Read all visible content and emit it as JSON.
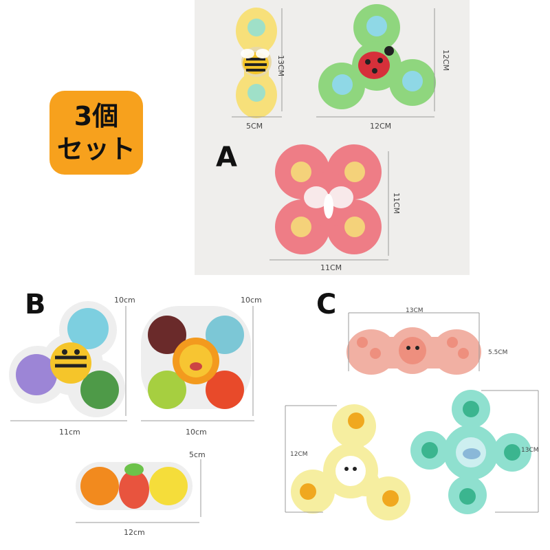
{
  "badge": {
    "line1": "3個",
    "line2": "セット"
  },
  "sections": {
    "a": {
      "letter": "A",
      "items": [
        {
          "name": "bee-spinner",
          "width": "5CM",
          "height": "13CM"
        },
        {
          "name": "ladybug-spinner",
          "width": "12CM",
          "height": "12CM"
        },
        {
          "name": "butterfly-spinner",
          "width": "11CM",
          "height": "11CM"
        }
      ]
    },
    "b": {
      "letter": "B",
      "items": [
        {
          "name": "bee-spinner",
          "width": "11cm",
          "height": "10cm"
        },
        {
          "name": "sun-spinner",
          "width": "10cm",
          "height": "10cm"
        },
        {
          "name": "carrot-spinner",
          "width": "12cm",
          "height": "5cm"
        }
      ]
    },
    "c": {
      "letter": "C",
      "items": [
        {
          "name": "octopus-spinner",
          "width": "13CM",
          "height": "5.5CM"
        },
        {
          "name": "pufferfish-spinner",
          "height": "12CM"
        },
        {
          "name": "dolphin-spinner",
          "height": "13CM"
        }
      ]
    }
  },
  "colors": {
    "badge": "#f7a11d",
    "yellow": "#f7e07a",
    "green": "#8fd67e",
    "pink": "#ee7d86",
    "teal": "#8fe0cf",
    "peach": "#f1b0a3",
    "pale-yellow": "#f6eea0"
  }
}
